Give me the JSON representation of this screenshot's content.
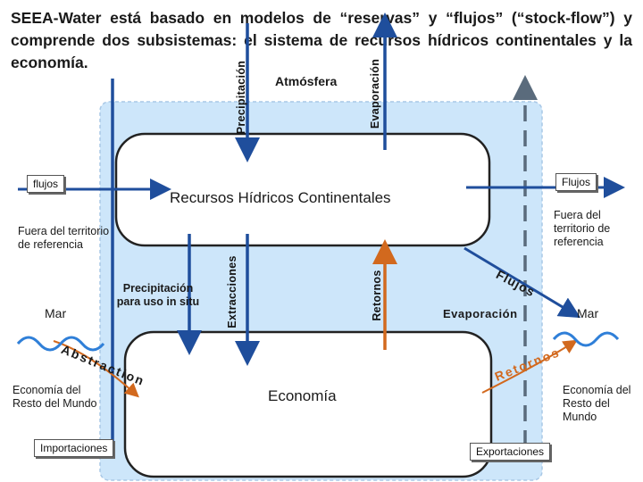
{
  "title": "SEEA-Water está basado en modelos de “reservas” y “flujos” (“stock-flow”) y comprende dos subsistemas:  el sistema de recursos hídricos continentales y la economía.",
  "labels": {
    "atmosfera": "Atmósfera",
    "precipitacion": "Precipitación",
    "evaporacion_top": "Evaporación",
    "flujos_left": "flujos",
    "flujos_right": "Flujos",
    "recursos": "Recursos Hídricos Continentales",
    "fuera_left": "Fuera del territorio de referencia",
    "fuera_right": "Fuera del territorio de referencia",
    "precip_uso": "Precipitación para uso in situ",
    "extracciones": "Extracciones",
    "retornos": "Retornos",
    "flujos_diag": "Flujos",
    "evaporacion_mid": "Evaporación",
    "mar_left": "Mar",
    "mar_right": "Mar",
    "abstraction": "Abstraction",
    "retornos_curve": "Retornos",
    "economia": "Economía",
    "resto_left": "Economía del Resto del Mundo",
    "resto_right": "Economía del Resto del Mundo",
    "importaciones": "Importaciones",
    "exportaciones": "Exportaciones"
  },
  "colors": {
    "blue_flow": "#1f4e9c",
    "orange_flow": "#d2691e",
    "region_fill": "#cde6fa",
    "dashed_flow": "#5a6b7c",
    "sea_wave": "#2f7fd8"
  }
}
